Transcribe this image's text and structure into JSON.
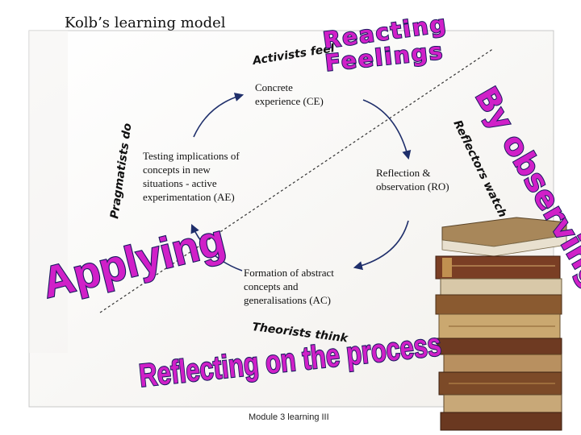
{
  "title": "Kolb’s learning model",
  "nodes": {
    "ce": [
      "Concrete",
      "experience (CE)"
    ],
    "ro": [
      "Reflection &",
      "observation (RO)"
    ],
    "ac": [
      "Formation of abstract",
      "concepts and",
      "generalisations (AC)"
    ],
    "ae": [
      "Testing implications of",
      "concepts in new",
      "situations - active",
      "experimentation (AE)"
    ]
  },
  "learner_styles": {
    "top": "Activists feel",
    "right": "Reflectors watch",
    "left": "Pragmatists do",
    "bottom": "Theorists think"
  },
  "wordart": {
    "reacting": "Reacting",
    "feelings": "Feelings",
    "by_observing": "By observing",
    "applying": "Applying",
    "reflecting": "Reflecting on the process"
  },
  "footer": "Module 3 learning III",
  "colors": {
    "wordart_fill": "#d020c8",
    "wordart_outline": "#1a1a60",
    "arrow": "#1f2f6b"
  }
}
